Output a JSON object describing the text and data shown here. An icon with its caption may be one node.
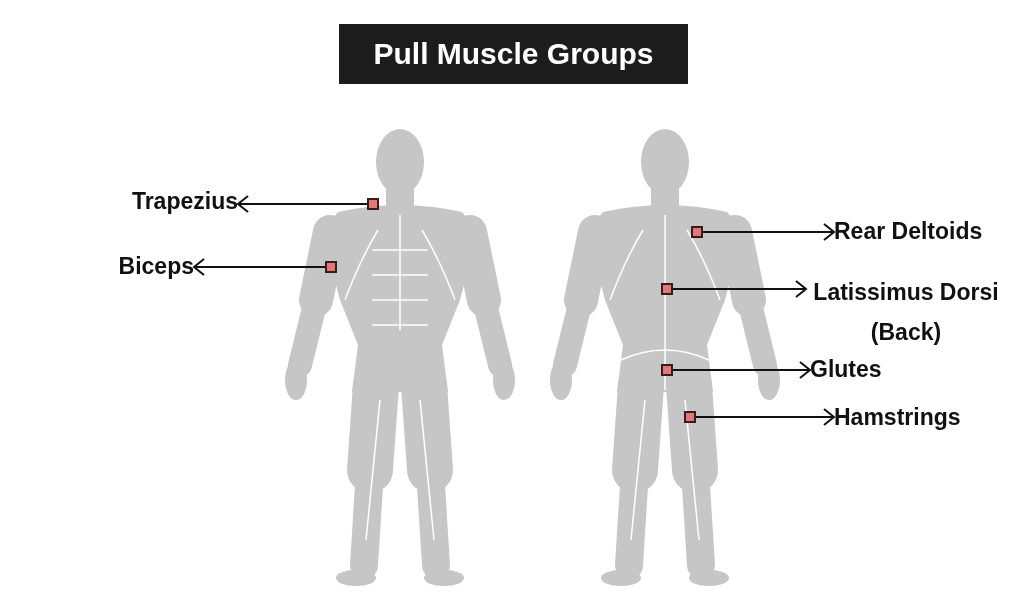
{
  "diagram": {
    "title": "Pull Muscle Groups",
    "nodes": [
      {
        "text": [
          "Trapezius"
        ]
      },
      {
        "text": [],
        "shape": "box"
      },
      {
        "text": [
          "Biceps"
        ]
      },
      {
        "text": [],
        "shape": "box"
      },
      {
        "text": [],
        "shape": "box"
      },
      {
        "text": [
          "Rear Deltoids"
        ]
      },
      {
        "text": [],
        "shape": "box"
      },
      {
        "text": [
          "Latissimus Dorsi (Back)"
        ]
      },
      {
        "text": [],
        "shape": "box"
      },
      {
        "text": [
          "Glutes"
        ]
      },
      {
        "text": [],
        "shape": "box"
      },
      {
        "text": [
          "Hamstrings"
        ]
      }
    ],
    "edges": [
      {
        "from": 1,
        "to": 0,
        "arrow": "to"
      },
      {
        "from": 3,
        "to": 2,
        "arrow": "to"
      },
      {
        "from": 4,
        "to": 5,
        "arrow": "to"
      },
      {
        "from": 6,
        "to": 7,
        "arrow": "to"
      },
      {
        "from": 8,
        "to": 9,
        "arrow": "to"
      },
      {
        "from": 10,
        "to": 11,
        "arrow": "to"
      }
    ]
  }
}
